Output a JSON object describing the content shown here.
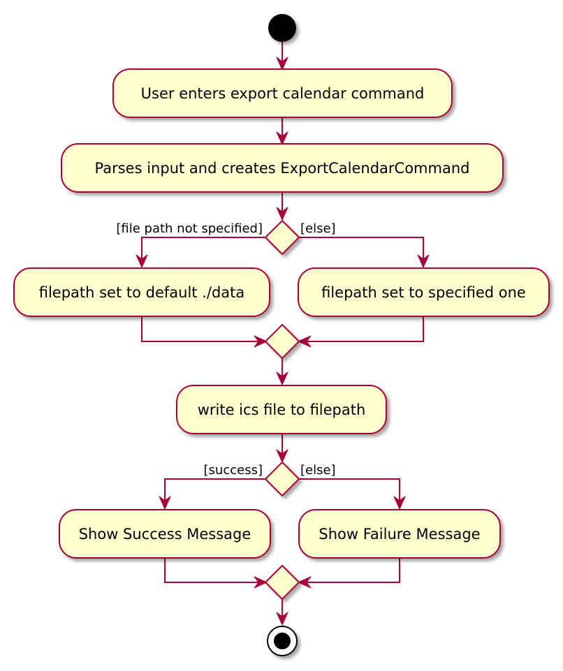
{
  "diagram": {
    "type": "activity",
    "colors": {
      "node_fill": "#FEFECE",
      "line": "#A80036",
      "start_end": "#000000",
      "text": "#000000"
    },
    "actions": {
      "enter_command": "User enters export calendar command",
      "parse_input": "Parses input and creates ExportCalendarCommand",
      "default_path": "filepath set to default ./data",
      "specified_path": "filepath set to specified one",
      "write_file": "write ics file to filepath",
      "show_success": "Show Success Message",
      "show_failure": "Show Failure Message"
    },
    "guards": {
      "no_path": "[file path not specified]",
      "path_else": "[else]",
      "success": "[success]",
      "write_else": "[else]"
    }
  }
}
